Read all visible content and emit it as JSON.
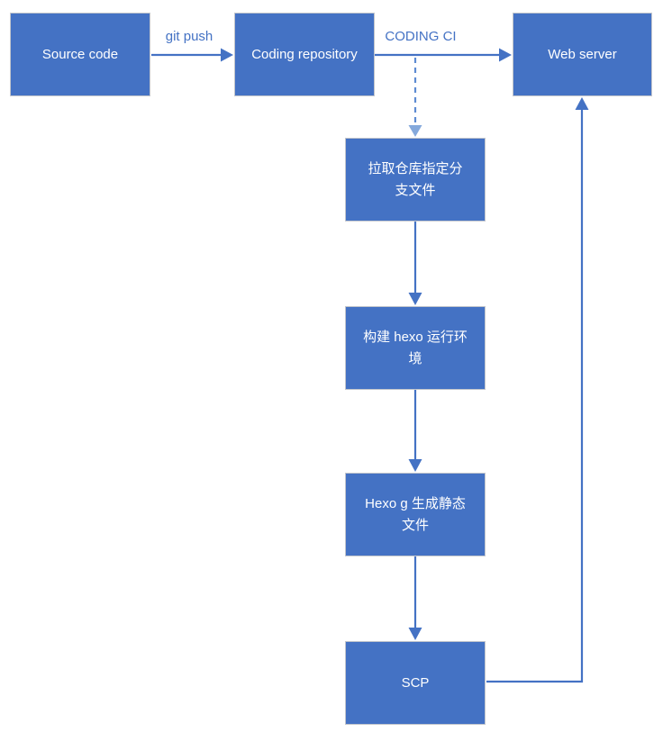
{
  "diagram": {
    "title": "Hexo CODING CI deploy flowchart",
    "nodes": [
      {
        "id": "source-code",
        "label": "Source code"
      },
      {
        "id": "coding-repository",
        "label": "Coding repository"
      },
      {
        "id": "web-server",
        "label": "Web server"
      },
      {
        "id": "pull-branch",
        "label": "拉取仓库指定分支文件"
      },
      {
        "id": "build-hexo-env",
        "label": "构建 hexo 运行环境"
      },
      {
        "id": "hexo-generate",
        "label": "Hexo g 生成静态文件"
      },
      {
        "id": "scp",
        "label": "SCP"
      }
    ],
    "edges": [
      {
        "from": "source-code",
        "to": "coding-repository",
        "label": "git push",
        "style": "solid"
      },
      {
        "from": "coding-repository",
        "to": "web-server",
        "label": "CODING CI",
        "style": "solid"
      },
      {
        "from": "coding-ci-line",
        "to": "pull-branch",
        "label": "",
        "style": "dashed"
      },
      {
        "from": "pull-branch",
        "to": "build-hexo-env",
        "label": "",
        "style": "solid"
      },
      {
        "from": "build-hexo-env",
        "to": "hexo-generate",
        "label": "",
        "style": "solid"
      },
      {
        "from": "hexo-generate",
        "to": "scp",
        "label": "",
        "style": "solid"
      },
      {
        "from": "scp",
        "to": "web-server",
        "label": "",
        "style": "solid-elbow"
      }
    ],
    "labels": {
      "git_push": "git push",
      "coding_ci": "CODING CI"
    },
    "colors": {
      "node_fill": "#4472C4",
      "node_border": "#C3C6CC",
      "node_text": "#FFFFFF",
      "arrow": "#4472C4",
      "dashed_arrow_line": "#5E8BD2",
      "dashed_arrow_head": "#85A9DC",
      "edge_label_text": "#4472C4",
      "background": "#FFFFFF"
    }
  }
}
